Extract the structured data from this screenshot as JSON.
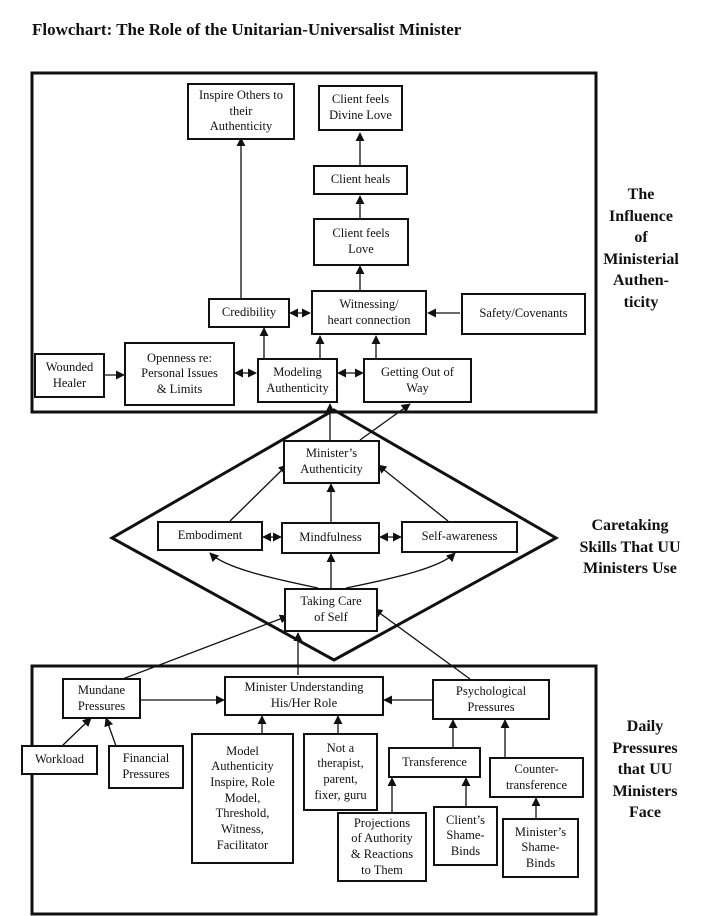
{
  "title": "Flowchart: The Role of the Unitarian-Universalist Minister",
  "sections": {
    "influence": "The\nInfluence\nof\nMinisterial\nAuthen-\nticity",
    "caretaking": "Caretaking\nSkills That UU\nMinisters Use",
    "pressures": "Daily\nPressures\nthat UU\nMinisters\nFace"
  },
  "nodes": {
    "inspire": "Inspire Others to\ntheir\nAuthenticity",
    "divine_love": "Client feels\nDivine Love",
    "client_heals": "Client heals",
    "client_love": "Client feels\nLove",
    "credibility": "Credibility",
    "witnessing": "Witnessing/\nheart connection",
    "safety": "Safety/Covenants",
    "wounded_healer": "Wounded\nHealer",
    "openness": "Openness re:\nPersonal Issues\n& Limits",
    "modeling": "Modeling\nAuthenticity",
    "getting_out": "Getting Out of\nWay",
    "ministers_authenticity": "Minister’s\nAuthenticity",
    "embodiment": "Embodiment",
    "mindfulness": "Mindfulness",
    "self_awareness": "Self-awareness",
    "taking_care": "Taking Care\nof Self",
    "mundane": "Mundane\nPressures",
    "understanding": "Minister Understanding\nHis/Her Role",
    "psychological": "Psychological\nPressures",
    "workload": "Workload",
    "financial": "Financial\nPressures",
    "model_roles": "Model\nAuthenticity\nInspire, Role\nModel,\nThreshold,\nWitness,\nFacilitator",
    "not_therapist": "Not a\ntherapist,\nparent,\nfixer, guru",
    "transference": "Transference",
    "countertransference": "Counter-\ntransference",
    "projections": "Projections\nof Authority\n& Reactions\nto Them",
    "client_shame": "Client’s\nShame-\nBinds",
    "minister_shame": "Minister’s\nShame-\nBinds"
  }
}
